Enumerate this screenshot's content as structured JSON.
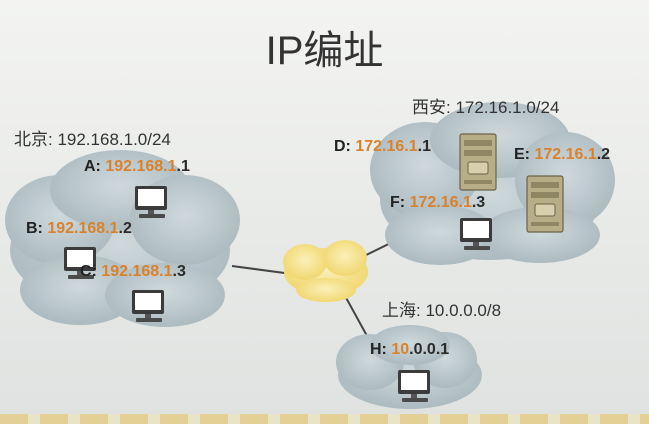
{
  "title": "IP编址",
  "networks": {
    "beijing": {
      "label": "北京: 192.168.1.0/24"
    },
    "xian": {
      "label": "西安: 172.16.1.0/24"
    },
    "shanghai": {
      "label": "上海: 10.0.0.0/8"
    }
  },
  "hosts": {
    "A": {
      "name": "A:",
      "net_part": "192.168.1",
      "host_part": ".1"
    },
    "B": {
      "name": "B:",
      "net_part": "192.168.1",
      "host_part": ".2"
    },
    "C": {
      "name": "C:",
      "net_part": "192.168.1",
      "host_part": ".3"
    },
    "D": {
      "name": "D:",
      "net_part": "172.16.1",
      "host_part": ".1"
    },
    "E": {
      "name": "E:",
      "net_part": "172.16.1",
      "host_part": ".2"
    },
    "F": {
      "name": "F:",
      "net_part": "172.16.1",
      "host_part": ".3"
    },
    "H": {
      "name": "H:",
      "net_part": "10",
      "host_part": ".0.0.1"
    }
  },
  "colors": {
    "network_part": "#d9822b",
    "cloud_gray": "#b6c3c8",
    "cloud_center": "#f7e59a"
  }
}
